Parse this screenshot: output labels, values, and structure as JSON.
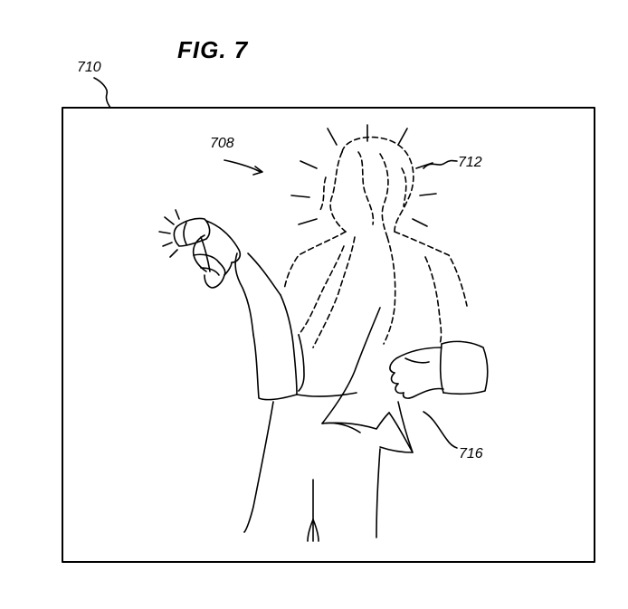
{
  "figure": {
    "title": "FIG. 7"
  },
  "reference_numerals": {
    "frame": "710",
    "scene": "708",
    "aura": "712",
    "garment": "716"
  },
  "colors": {
    "line": "#000000",
    "background": "#ffffff"
  }
}
